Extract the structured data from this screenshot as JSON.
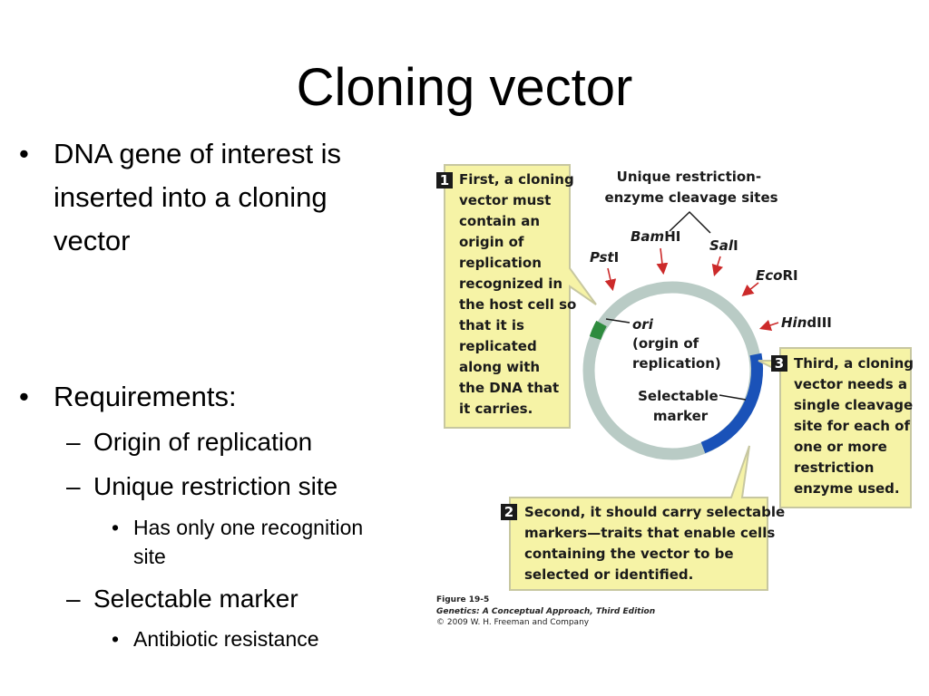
{
  "slide": {
    "title": "Cloning vector",
    "bullets": {
      "b1": [
        "DNA gene of interest is",
        "inserted into a cloning",
        "vector"
      ],
      "b2": "Requirements:",
      "sub1": "Origin of replication",
      "sub2": "Unique restriction site",
      "subsub1": [
        "Has only one recognition",
        "site"
      ],
      "sub3": "Selectable marker",
      "subsub2": "Antibiotic resistance"
    }
  },
  "figure": {
    "box1": {
      "number": "1",
      "lines": [
        "First, a cloning",
        "vector must",
        "contain an",
        "origin of",
        "replication",
        "recognized in",
        "the host cell so",
        "that it is",
        "replicated",
        "along with",
        "the DNA that",
        "it carries."
      ]
    },
    "box2": {
      "number": "2",
      "lines": [
        "Second, it should carry selectable",
        "markers—traits that enable cells",
        "containing the vector to be",
        "selected or identified."
      ]
    },
    "box3": {
      "number": "3",
      "lines": [
        "Third, a cloning",
        "vector needs a",
        "single cleavage",
        "site for each of",
        "one or more",
        "restriction",
        "enzyme used."
      ]
    },
    "unique_sites_label": [
      "Unique restriction-",
      "enzyme cleavage sites"
    ],
    "enzymes": {
      "bamhi": {
        "italic": "Bam",
        "rest": "HI"
      },
      "sali": {
        "italic": "Sal",
        "rest": "I"
      },
      "psti": {
        "italic": "Pst",
        "rest": "I"
      },
      "ecori": {
        "italic": "Eco",
        "rest": "RI"
      },
      "hindiii": {
        "italic": "Hin",
        "rest": "dIII"
      }
    },
    "ori_label": {
      "italic": "ori",
      "lines": [
        "(orgin of",
        "replication)"
      ]
    },
    "marker_label": [
      "Selectable",
      "marker"
    ],
    "caption": {
      "fig": "Figure 19-5",
      "book": "Genetics: A Conceptual Approach, Third Edition",
      "copyright": "© 2009 W. H. Freeman and Company"
    },
    "colors": {
      "box_fill": "#f6f3a6",
      "box_stroke": "#c7c7a0",
      "plasmid": "#b9cbc5",
      "ori_green": "#2e8b3e",
      "marker_blue": "#1a52b8",
      "arrow_red": "#cc2a2a"
    }
  }
}
